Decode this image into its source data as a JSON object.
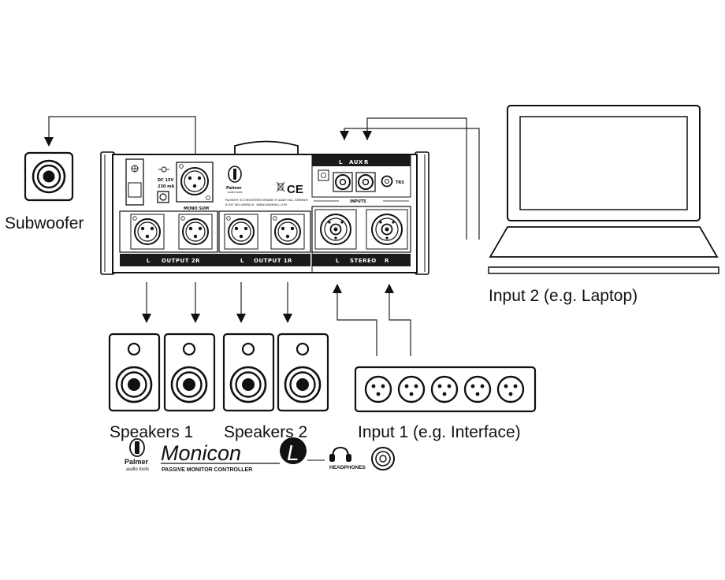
{
  "labels": {
    "subwoofer": "Subwoofer",
    "speakers1": "Speakers 1",
    "speakers2": "Speakers 2",
    "input1": "Input 1 (e.g. Interface)",
    "input2": "Input 2 (e.g. Laptop)"
  },
  "panel": {
    "dc": "DC 15V",
    "ma": "230 mA",
    "mono_sum": "MONO SUM",
    "aux_l": "L",
    "aux": "AUX",
    "aux_r": "R",
    "trs": "TRS",
    "inputs": "INPUTS",
    "stereo_l": "L",
    "stereo": "STEREO",
    "stereo_r": "R",
    "out2_l": "L",
    "out2": "OUTPUT 2",
    "out2_r": "R",
    "out1_l": "L",
    "out1": "OUTPUT 1",
    "out1_r": "R",
    "brand": "Palmer",
    "brand_sub": "audio tools",
    "ce": "CE",
    "legal1": "PALMER® IS A REGISTERED BRAND OF ADAM HALL GERMANY",
    "legal2": "61267 NEU-ANSPACH · WWW.ADAMHALL.COM"
  },
  "logo": {
    "brand": "Palmer",
    "brand_sub": "audio tools",
    "product": "Monicon",
    "product_suffix": "L",
    "tagline": "PASSIVE MONITOR CONTROLLER",
    "headphones": "HEADPHONES"
  },
  "colors": {
    "ink": "#111111",
    "paper": "#ffffff",
    "panel_strip": "#1a1a1a"
  }
}
